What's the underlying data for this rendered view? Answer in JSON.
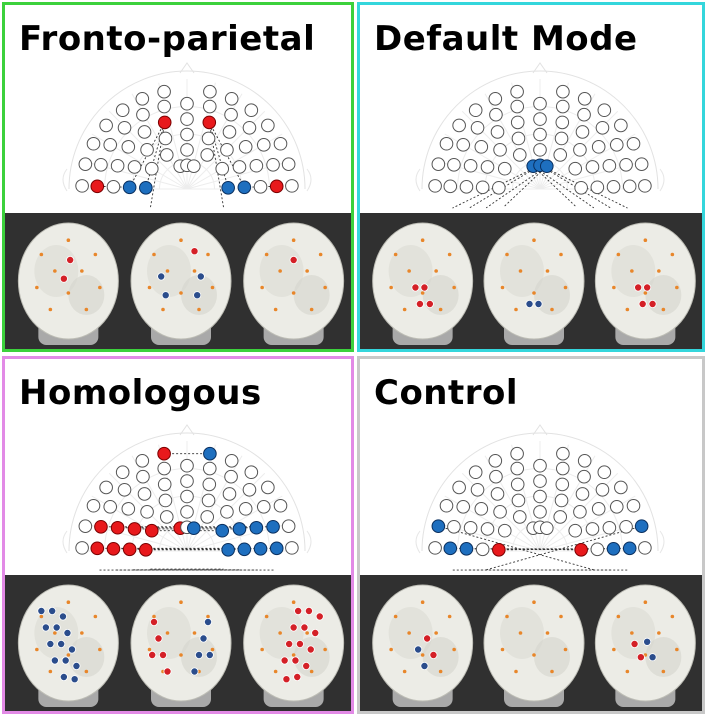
{
  "panels": [
    {
      "title": "Fronto-parietal",
      "border_color": "#3cd13c",
      "red_color": "#e8191c",
      "blue_color": "#1e6fbf",
      "red_electrodes": [
        [
          2,
          1
        ],
        [
          2,
          -1
        ],
        [
          1,
          6
        ],
        [
          1,
          -6
        ]
      ],
      "blue_electrodes": [
        [
          4,
          3
        ],
        [
          4,
          4
        ],
        [
          4,
          -3
        ],
        [
          4,
          -4
        ],
        [
          3,
          4
        ],
        [
          3,
          -4
        ]
      ],
      "connections": [
        [
          [
            4,
            3
          ],
          [
            2,
            1
          ]
        ],
        [
          [
            4,
            4
          ],
          [
            2,
            1
          ]
        ],
        [
          [
            3,
            4
          ],
          [
            2,
            1
          ]
        ],
        [
          [
            4,
            -3
          ],
          [
            2,
            -1
          ]
        ],
        [
          [
            4,
            -4
          ],
          [
            2,
            -1
          ]
        ],
        [
          [
            3,
            -4
          ],
          [
            2,
            -1
          ]
        ],
        [
          [
            3,
            4
          ],
          [
            1,
            6
          ]
        ],
        [
          [
            3,
            -4
          ],
          [
            1,
            -6
          ]
        ]
      ],
      "views": [
        {
          "red": [
            [
              0.52,
              0.3
            ],
            [
              0.45,
              0.47
            ]
          ],
          "blue": []
        },
        {
          "red": [
            [
              0.65,
              0.22
            ]
          ],
          "blue": [
            [
              0.28,
              0.45
            ],
            [
              0.33,
              0.62
            ],
            [
              0.72,
              0.45
            ],
            [
              0.68,
              0.62
            ]
          ]
        },
        {
          "red": [
            [
              0.5,
              0.3
            ]
          ],
          "blue": []
        }
      ]
    },
    {
      "title": "Default Mode",
      "border_color": "#34d6dc",
      "red_color": "#e8191c",
      "blue_color": "#1e6fbf",
      "red_electrodes": [
        [
          1,
          -7
        ],
        [
          2,
          -6
        ],
        [
          3,
          -5
        ],
        [
          4,
          -4
        ],
        [
          1,
          7
        ],
        [
          2,
          6
        ],
        [
          3,
          5
        ],
        [
          4,
          4
        ]
      ],
      "blue_electrodes": [
        [
          5,
          0
        ],
        [
          5,
          1
        ],
        [
          5,
          -1
        ]
      ],
      "connections": [
        [
          [
            5,
            0
          ],
          [
            1,
            -7
          ]
        ],
        [
          [
            5,
            0
          ],
          [
            2,
            -6
          ]
        ],
        [
          [
            5,
            1
          ],
          [
            3,
            -5
          ]
        ],
        [
          [
            5,
            1
          ],
          [
            4,
            -4
          ]
        ],
        [
          [
            5,
            0
          ],
          [
            1,
            7
          ]
        ],
        [
          [
            5,
            0
          ],
          [
            2,
            6
          ]
        ],
        [
          [
            5,
            -1
          ],
          [
            3,
            5
          ]
        ],
        [
          [
            5,
            -1
          ],
          [
            4,
            4
          ]
        ]
      ],
      "views": [
        {
          "red": [
            [
              0.42,
              0.55
            ],
            [
              0.52,
              0.55
            ],
            [
              0.47,
              0.7
            ],
            [
              0.58,
              0.7
            ]
          ],
          "blue": []
        },
        {
          "red": [],
          "blue": [
            [
              0.45,
              0.7
            ],
            [
              0.55,
              0.7
            ]
          ]
        },
        {
          "red": [
            [
              0.42,
              0.55
            ],
            [
              0.52,
              0.55
            ],
            [
              0.47,
              0.7
            ],
            [
              0.58,
              0.7
            ]
          ],
          "blue": []
        }
      ]
    },
    {
      "title": "Homologous",
      "border_color": "#e28ae6",
      "red_color": "#e8191c",
      "blue_color": "#1e6fbf",
      "red_electrodes": [
        [
          1,
          -7
        ],
        [
          1,
          -6
        ],
        [
          1,
          -5
        ],
        [
          2,
          -6
        ],
        [
          2,
          -5
        ],
        [
          2,
          -4
        ],
        [
          3,
          -5
        ],
        [
          3,
          -4
        ],
        [
          3,
          -3
        ],
        [
          4,
          -4
        ],
        [
          4,
          -3
        ],
        [
          4,
          -2
        ],
        [
          5,
          -1
        ],
        [
          5,
          -2
        ],
        [
          0,
          -1
        ]
      ],
      "blue_electrodes": [
        [
          1,
          7
        ],
        [
          1,
          6
        ],
        [
          1,
          5
        ],
        [
          2,
          6
        ],
        [
          2,
          5
        ],
        [
          2,
          4
        ],
        [
          3,
          5
        ],
        [
          3,
          4
        ],
        [
          3,
          3
        ],
        [
          4,
          4
        ],
        [
          4,
          3
        ],
        [
          4,
          2
        ],
        [
          5,
          1
        ],
        [
          5,
          2
        ],
        [
          0,
          1
        ]
      ],
      "connections": [
        [
          [
            1,
            -7
          ],
          [
            1,
            7
          ]
        ],
        [
          [
            1,
            -6
          ],
          [
            1,
            6
          ]
        ],
        [
          [
            1,
            -5
          ],
          [
            1,
            5
          ]
        ],
        [
          [
            2,
            -6
          ],
          [
            2,
            6
          ]
        ],
        [
          [
            2,
            -5
          ],
          [
            2,
            5
          ]
        ],
        [
          [
            2,
            -4
          ],
          [
            2,
            4
          ]
        ],
        [
          [
            3,
            -5
          ],
          [
            3,
            5
          ]
        ],
        [
          [
            3,
            -4
          ],
          [
            3,
            4
          ]
        ],
        [
          [
            3,
            -3
          ],
          [
            3,
            3
          ]
        ],
        [
          [
            4,
            -4
          ],
          [
            4,
            4
          ]
        ],
        [
          [
            4,
            -3
          ],
          [
            4,
            3
          ]
        ],
        [
          [
            4,
            -2
          ],
          [
            4,
            2
          ]
        ],
        [
          [
            5,
            -1
          ],
          [
            5,
            1
          ]
        ],
        [
          [
            5,
            -2
          ],
          [
            5,
            2
          ]
        ],
        [
          [
            0,
            -1
          ],
          [
            0,
            1
          ]
        ]
      ],
      "views": [
        {
          "red": [],
          "blue": [
            [
              0.2,
              0.2
            ],
            [
              0.32,
              0.2
            ],
            [
              0.44,
              0.25
            ],
            [
              0.25,
              0.35
            ],
            [
              0.37,
              0.35
            ],
            [
              0.49,
              0.4
            ],
            [
              0.3,
              0.5
            ],
            [
              0.42,
              0.5
            ],
            [
              0.54,
              0.55
            ],
            [
              0.35,
              0.65
            ],
            [
              0.47,
              0.65
            ],
            [
              0.59,
              0.7
            ],
            [
              0.45,
              0.8
            ],
            [
              0.57,
              0.82
            ]
          ]
        },
        {
          "red": [
            [
              0.2,
              0.3
            ],
            [
              0.25,
              0.45
            ],
            [
              0.3,
              0.6
            ],
            [
              0.35,
              0.75
            ],
            [
              0.18,
              0.6
            ]
          ],
          "blue": [
            [
              0.8,
              0.3
            ],
            [
              0.75,
              0.45
            ],
            [
              0.7,
              0.6
            ],
            [
              0.65,
              0.75
            ],
            [
              0.82,
              0.6
            ]
          ]
        },
        {
          "red": [
            [
              0.55,
              0.2
            ],
            [
              0.67,
              0.2
            ],
            [
              0.79,
              0.25
            ],
            [
              0.5,
              0.35
            ],
            [
              0.62,
              0.35
            ],
            [
              0.74,
              0.4
            ],
            [
              0.45,
              0.5
            ],
            [
              0.57,
              0.5
            ],
            [
              0.69,
              0.55
            ],
            [
              0.4,
              0.65
            ],
            [
              0.52,
              0.65
            ],
            [
              0.64,
              0.7
            ],
            [
              0.42,
              0.82
            ],
            [
              0.54,
              0.8
            ]
          ],
          "blue": []
        }
      ]
    },
    {
      "title": "Control",
      "border_color": "#c8c8c8",
      "red_color": "#e8191c",
      "blue_color": "#1e6fbf",
      "red_electrodes": [
        [
          4,
          -3
        ],
        [
          4,
          3
        ],
        [
          3,
          -5
        ],
        [
          3,
          5
        ],
        [
          2,
          -6
        ],
        [
          2,
          6
        ]
      ],
      "blue_electrodes": [
        [
          2,
          -5
        ],
        [
          1,
          -7
        ],
        [
          1,
          -6
        ],
        [
          0,
          -6
        ],
        [
          2,
          5
        ],
        [
          1,
          7
        ],
        [
          1,
          6
        ],
        [
          0,
          6
        ]
      ],
      "connections": [
        [
          [
            4,
            -3
          ],
          [
            1,
            6
          ]
        ],
        [
          [
            4,
            3
          ],
          [
            1,
            -6
          ]
        ],
        [
          [
            3,
            -5
          ],
          [
            0,
            6
          ]
        ],
        [
          [
            3,
            5
          ],
          [
            0,
            -6
          ]
        ],
        [
          [
            2,
            -6
          ],
          [
            1,
            7
          ]
        ],
        [
          [
            2,
            6
          ],
          [
            1,
            -7
          ]
        ],
        [
          [
            2,
            -5
          ],
          [
            2,
            5
          ]
        ],
        [
          [
            4,
            -3
          ],
          [
            2,
            5
          ]
        ],
        [
          [
            4,
            3
          ],
          [
            2,
            -5
          ]
        ]
      ],
      "views": [
        {
          "red": [
            [
              0.55,
              0.45
            ],
            [
              0.62,
              0.6
            ]
          ],
          "blue": [
            [
              0.45,
              0.55
            ],
            [
              0.52,
              0.7
            ]
          ]
        },
        {
          "red": [],
          "blue": []
        },
        {
          "red": [
            [
              0.38,
              0.5
            ],
            [
              0.45,
              0.62
            ]
          ],
          "blue": [
            [
              0.52,
              0.48
            ],
            [
              0.58,
              0.62
            ]
          ]
        }
      ]
    }
  ]
}
